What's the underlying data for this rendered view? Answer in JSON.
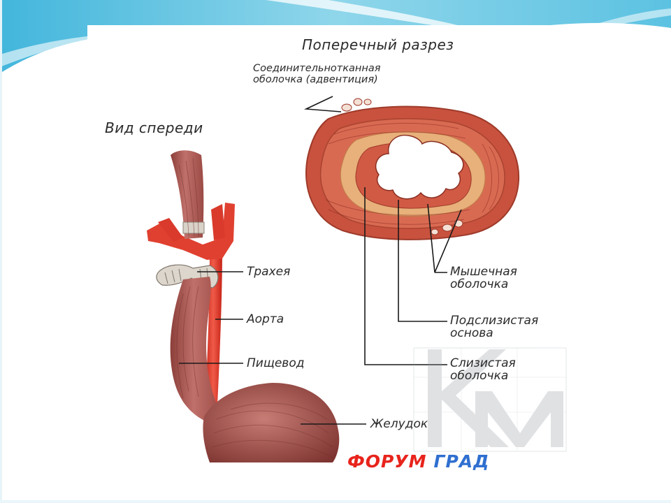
{
  "headings": {
    "cross_section": "Поперечный разрез",
    "front_view": "Вид спереди"
  },
  "labels": {
    "adventitia_line1": "Соединительнотканная",
    "adventitia_line2": "оболочка (адвентиция)",
    "trachea": "Трахея",
    "aorta": "Аорта",
    "esophagus": "Пищевод",
    "stomach": "Желудок",
    "muscular_line1": "Мышечная",
    "muscular_line2": "оболочка",
    "submucosa_line1": "Подслизистая",
    "submucosa_line2": "основа",
    "mucosa_line1": "Слизистая",
    "mucosa_line2": "оболочка"
  },
  "watermark": {
    "word1": "ФОРУМ",
    "word2": "ГРАД"
  },
  "colors": {
    "muscle": "#b35a52",
    "aorta": "#e0392b",
    "cross_section_outer": "#c8523e",
    "cross_section_inner": "#e8b07a",
    "slide_accent": "#4fc3e0"
  }
}
